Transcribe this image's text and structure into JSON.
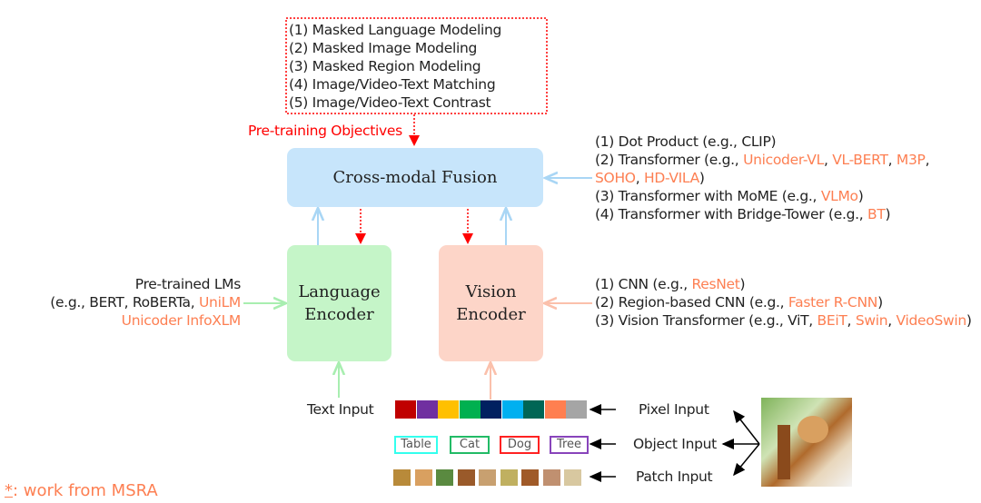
{
  "objectives": {
    "items": [
      "(1) Masked Language Modeling",
      "(2) Masked Image Modeling",
      "(3) Masked Region Modeling",
      "(4) Image/Video-Text Matching",
      "(5) Image/Video-Text Contrast"
    ],
    "label": "Pre-training Objectives"
  },
  "fusion": {
    "label": "Cross-modal Fusion",
    "methods": [
      [
        {
          "t": "(1) Dot Product (e.g., CLIP)"
        }
      ],
      [
        {
          "t": "(2) Transformer (e.g., "
        },
        {
          "t": "Unicoder-VL",
          "o": 1
        },
        {
          "t": ", "
        },
        {
          "t": "VL-BERT",
          "o": 1
        },
        {
          "t": ", "
        },
        {
          "t": "M3P",
          "o": 1
        },
        {
          "t": ","
        }
      ],
      [
        {
          "t": "SOHO",
          "o": 1
        },
        {
          "t": ", "
        },
        {
          "t": "HD-VILA",
          "o": 1
        },
        {
          "t": ")"
        }
      ],
      [
        {
          "t": "(3) Transformer with MoME (e.g., "
        },
        {
          "t": "VLMo",
          "o": 1
        },
        {
          "t": ")"
        }
      ],
      [
        {
          "t": "(4) Transformer with Bridge-Tower (e.g., "
        },
        {
          "t": "BT",
          "o": 1
        },
        {
          "t": ")"
        }
      ]
    ]
  },
  "language": {
    "label1": "Language",
    "label2": "Encoder",
    "lms": [
      [
        {
          "t": "Pre-trained LMs"
        }
      ],
      [
        {
          "t": "(e.g., BERT, RoBERTa, "
        },
        {
          "t": "UniLM",
          "o": 1
        }
      ],
      [
        {
          "t": "Unicoder InfoXLM",
          "o": 1
        }
      ]
    ],
    "input": "Text Input"
  },
  "vision": {
    "label1": "Vision",
    "label2": "Encoder",
    "methods": [
      [
        {
          "t": "(1) CNN (e.g., "
        },
        {
          "t": "ResNet",
          "o": 1
        },
        {
          "t": ")"
        }
      ],
      [
        {
          "t": "(2) Region-based CNN (e.g., "
        },
        {
          "t": "Faster R-CNN",
          "o": 1
        },
        {
          "t": ")"
        }
      ],
      [
        {
          "t": "(3) Vision Transformer (e.g., ViT, "
        },
        {
          "t": "BEiT",
          "o": 1
        },
        {
          "t": ", "
        },
        {
          "t": "Swin",
          "o": 1
        },
        {
          "t": ", "
        },
        {
          "t": "VideoSwin",
          "o": 1
        },
        {
          "t": ")"
        }
      ]
    ]
  },
  "inputs": {
    "pixel": "Pixel Input",
    "object": "Object Input",
    "patch": "Patch Input",
    "pixel_colors": [
      "#c00000",
      "#7030a0",
      "#ffc000",
      "#00b050",
      "#002060",
      "#00b0f0",
      "#006655",
      "#ff7f50",
      "#a5a5a5"
    ],
    "objects": [
      {
        "label": "Table",
        "color": "#33ffee"
      },
      {
        "label": "Cat",
        "color": "#22bb66"
      },
      {
        "label": "Dog",
        "color": "#ff2222"
      },
      {
        "label": "Tree",
        "color": "#8844bb"
      }
    ]
  },
  "footnote": {
    "star": "*",
    "text": ": work from MSRA"
  },
  "colors": {
    "red": "#ff0000",
    "orange": "#fd7f52",
    "fusion_box": "#c7e5fb",
    "language_box": "#c5f5c8",
    "vision_box": "#fdd5c8"
  }
}
